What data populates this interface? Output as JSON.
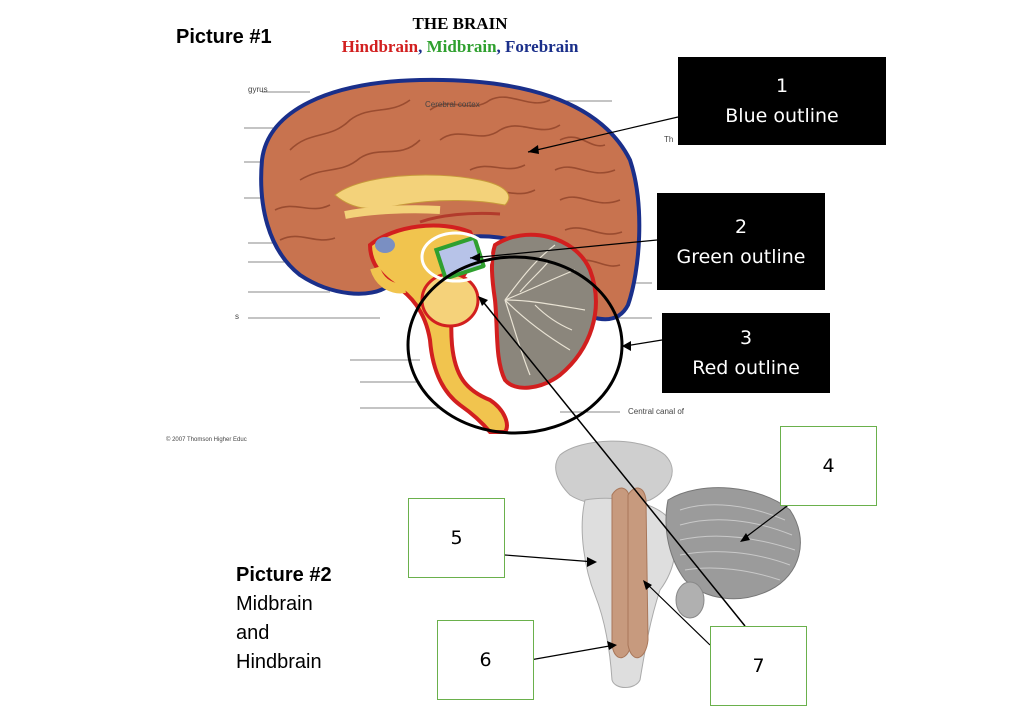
{
  "picture1": {
    "title": "Picture #1",
    "brain_title": "THE BRAIN",
    "parts": [
      {
        "text": "Hindbrain",
        "color": "#d21f1f"
      },
      {
        "text": ", ",
        "color": "#1a2f8a"
      },
      {
        "text": "Midbrain",
        "color": "#2fa02f"
      },
      {
        "text": ", ",
        "color": "#1a2f8a"
      },
      {
        "text": "Forebrain",
        "color": "#1a2f8a"
      }
    ],
    "diagram_labels": {
      "gyrus": "gyrus",
      "cortex": "Cerebral cortex",
      "th": "Th",
      "canal": "Central canal of",
      "copyright": "© 2007 Thomson Higher Educ",
      "s": "s"
    }
  },
  "picture2": {
    "title": "Picture #2",
    "subtitle_lines": [
      "Midbrain",
      "and",
      "Hindbrain"
    ]
  },
  "labels": [
    {
      "num": "1",
      "text": "Blue outline"
    },
    {
      "num": "2",
      "text": "Green outline"
    },
    {
      "num": "3",
      "text": "Red outline"
    },
    {
      "num": "4"
    },
    {
      "num": "5"
    },
    {
      "num": "6"
    },
    {
      "num": "7"
    }
  ],
  "colors": {
    "forebrain": "#1a2f8a",
    "midbrain": "#2fa02f",
    "hindbrain": "#d21f1f",
    "label_border": "#6ab04c"
  }
}
